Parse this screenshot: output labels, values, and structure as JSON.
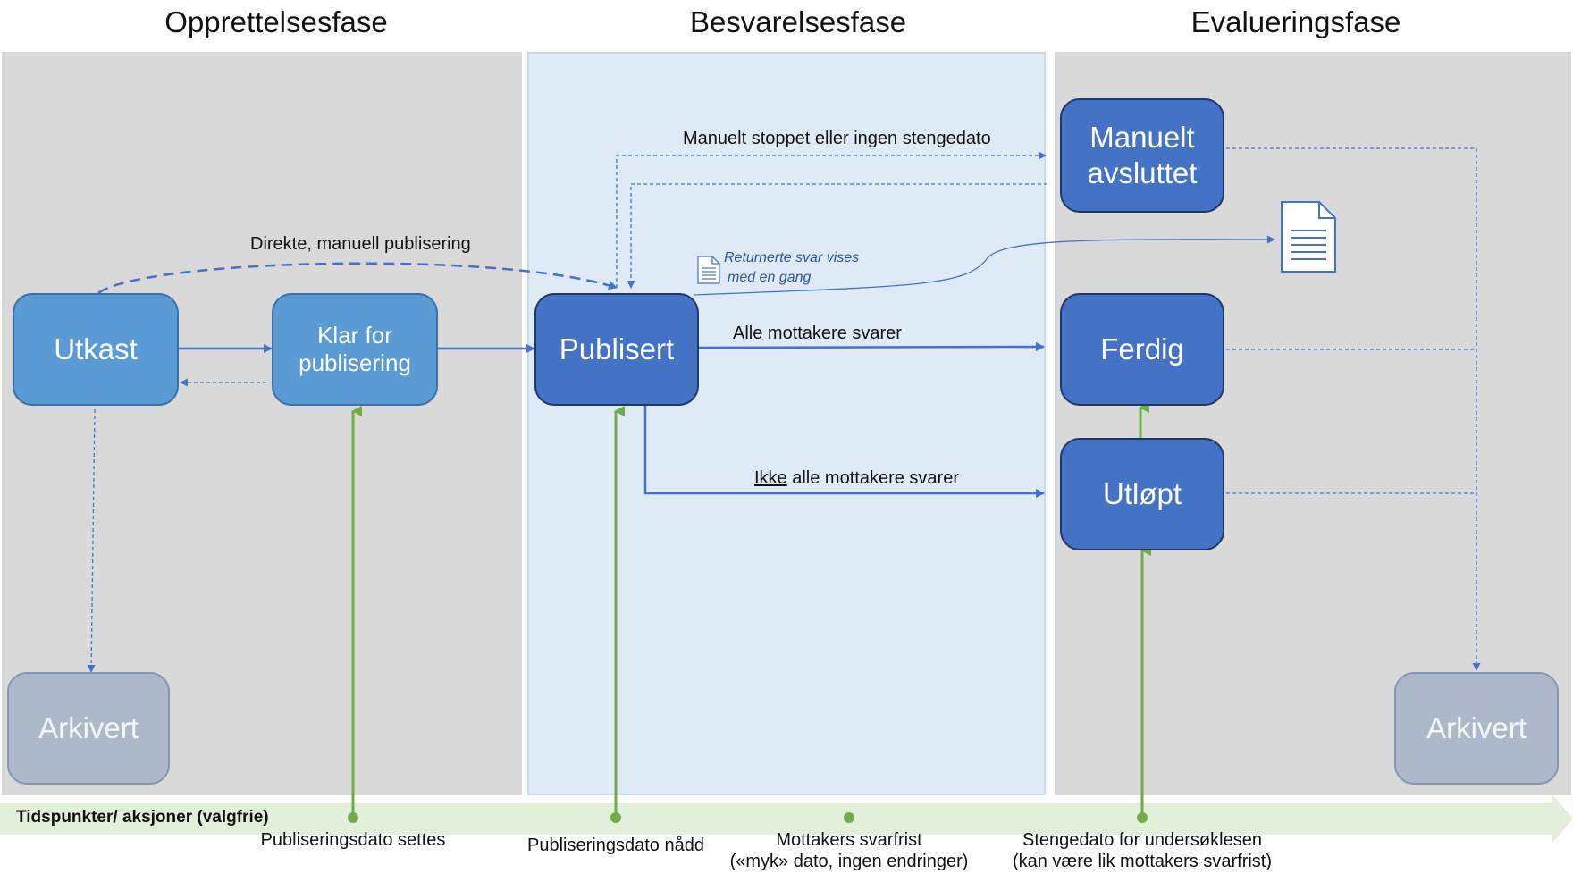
{
  "phases": {
    "creation": "Opprettelsesfase",
    "response": "Besvarelsesfase",
    "evaluation": "Evalueringsfase"
  },
  "nodes": {
    "utkast": "Utkast",
    "klar_line1": "Klar for",
    "klar_line2": "publisering",
    "publisert": "Publisert",
    "manuelt_line1": "Manuelt",
    "manuelt_line2": "avsluttet",
    "ferdig": "Ferdig",
    "utlopt": "Utløpt",
    "arkivert_left": "Arkivert",
    "arkivert_right": "Arkivert"
  },
  "edge_labels": {
    "direct_publish": "Direkte, manuell publisering",
    "manual_stop": "Manuelt stoppet eller ingen stengedato",
    "all_respond": "Alle mottakere svarer",
    "not_all_prefix": "Ikke",
    "not_all_rest": " alle mottakere svarer",
    "returned_line1": "Returnerte svar vises",
    "returned_line2": "med en gang"
  },
  "timeline": {
    "title": "Tidspunkter/ aksjoner (valgfrie)",
    "events": [
      {
        "line1": "Publiseringsdato settes",
        "line2": ""
      },
      {
        "line1": "Publiseringsdato nådd",
        "line2": ""
      },
      {
        "line1": "Mottakers svarfrist",
        "line2": "(«myk» dato, ingen endringer)"
      },
      {
        "line1": "Stengedato for undersøklesen",
        "line2": "(kan være lik mottakers svarfrist)"
      }
    ]
  },
  "colors": {
    "lane_gray": "#d9d9d9",
    "lane_blue": "#deebf7",
    "node_light": "#5b9bd5",
    "node_dark": "#4472c4",
    "node_archived": "#adb9ca",
    "flow_blue": "#4472c4",
    "timeline_green": "#70ad47",
    "timeline_band": "#e2efda"
  },
  "icons": [
    "document-icon",
    "small-document-icon"
  ]
}
